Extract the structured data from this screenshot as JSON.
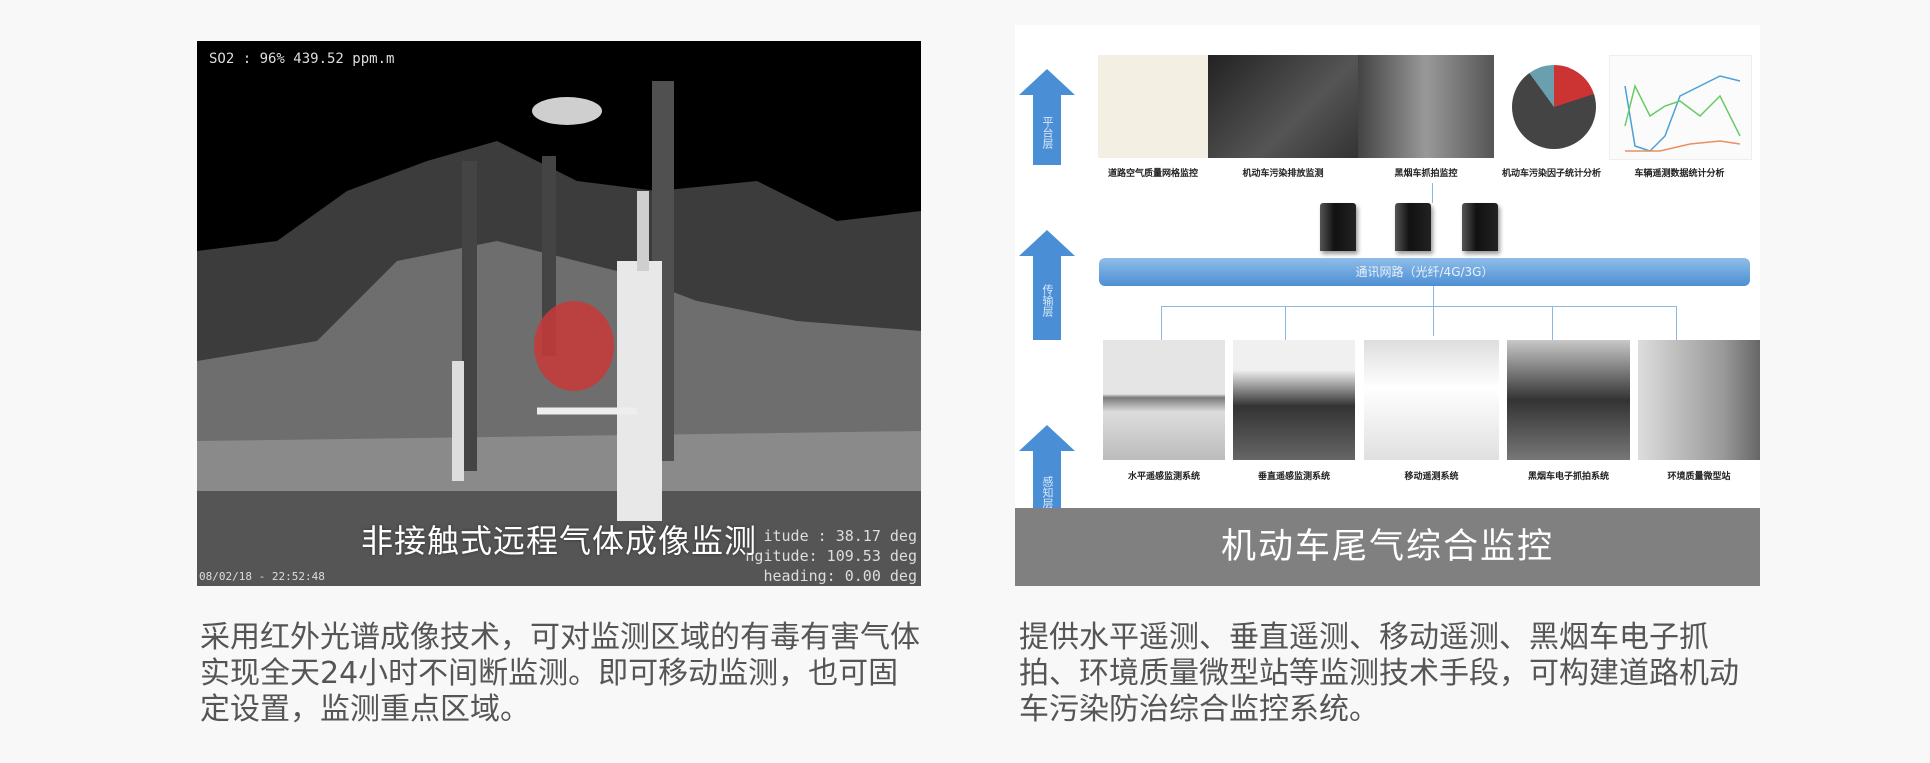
{
  "left_card": {
    "overlay_gas": "SO2 : 96% 439.52 ppm.m",
    "overlay_latitude": "itude : 38.17 deg",
    "overlay_longitude": "ngitude: 109.53 deg",
    "overlay_heading": "heading: 0.00 deg",
    "overlay_timestamp": "08/02/18 - 22:52:48",
    "caption": "非接触式远程气体成像监测",
    "description": "采用红外光谱成像技术，可对监测区域的有毒有害气体实现全天24小时不间断监测。即可移动监测，也可固定设置，监测重点区域。"
  },
  "right_card": {
    "layers": [
      "平台层",
      "传输层",
      "感知层"
    ],
    "platform_items": [
      "道路空气质量网格监控",
      "机动车污染排放监测",
      "黑烟车抓拍监控",
      "机动车污染因子统计分析",
      "车辆遥测数据统计分析"
    ],
    "network_label": "通讯网路（光纤/4G/3G）",
    "sensing_items": [
      "水平遥感监测系统",
      "垂直遥感监测系统",
      "移动遥测系统",
      "黑烟车电子抓拍系统",
      "环境质量微型站"
    ],
    "caption": "机动车尾气综合监控",
    "description": "提供水平遥测、垂直遥测、移动遥测、黑烟车电子抓拍、环境质量微型站等监测技术手段，可构建道路机动车污染防治综合监控系统。",
    "accent_color": "#4a8fd6",
    "caption_bar_color": "#808080"
  }
}
